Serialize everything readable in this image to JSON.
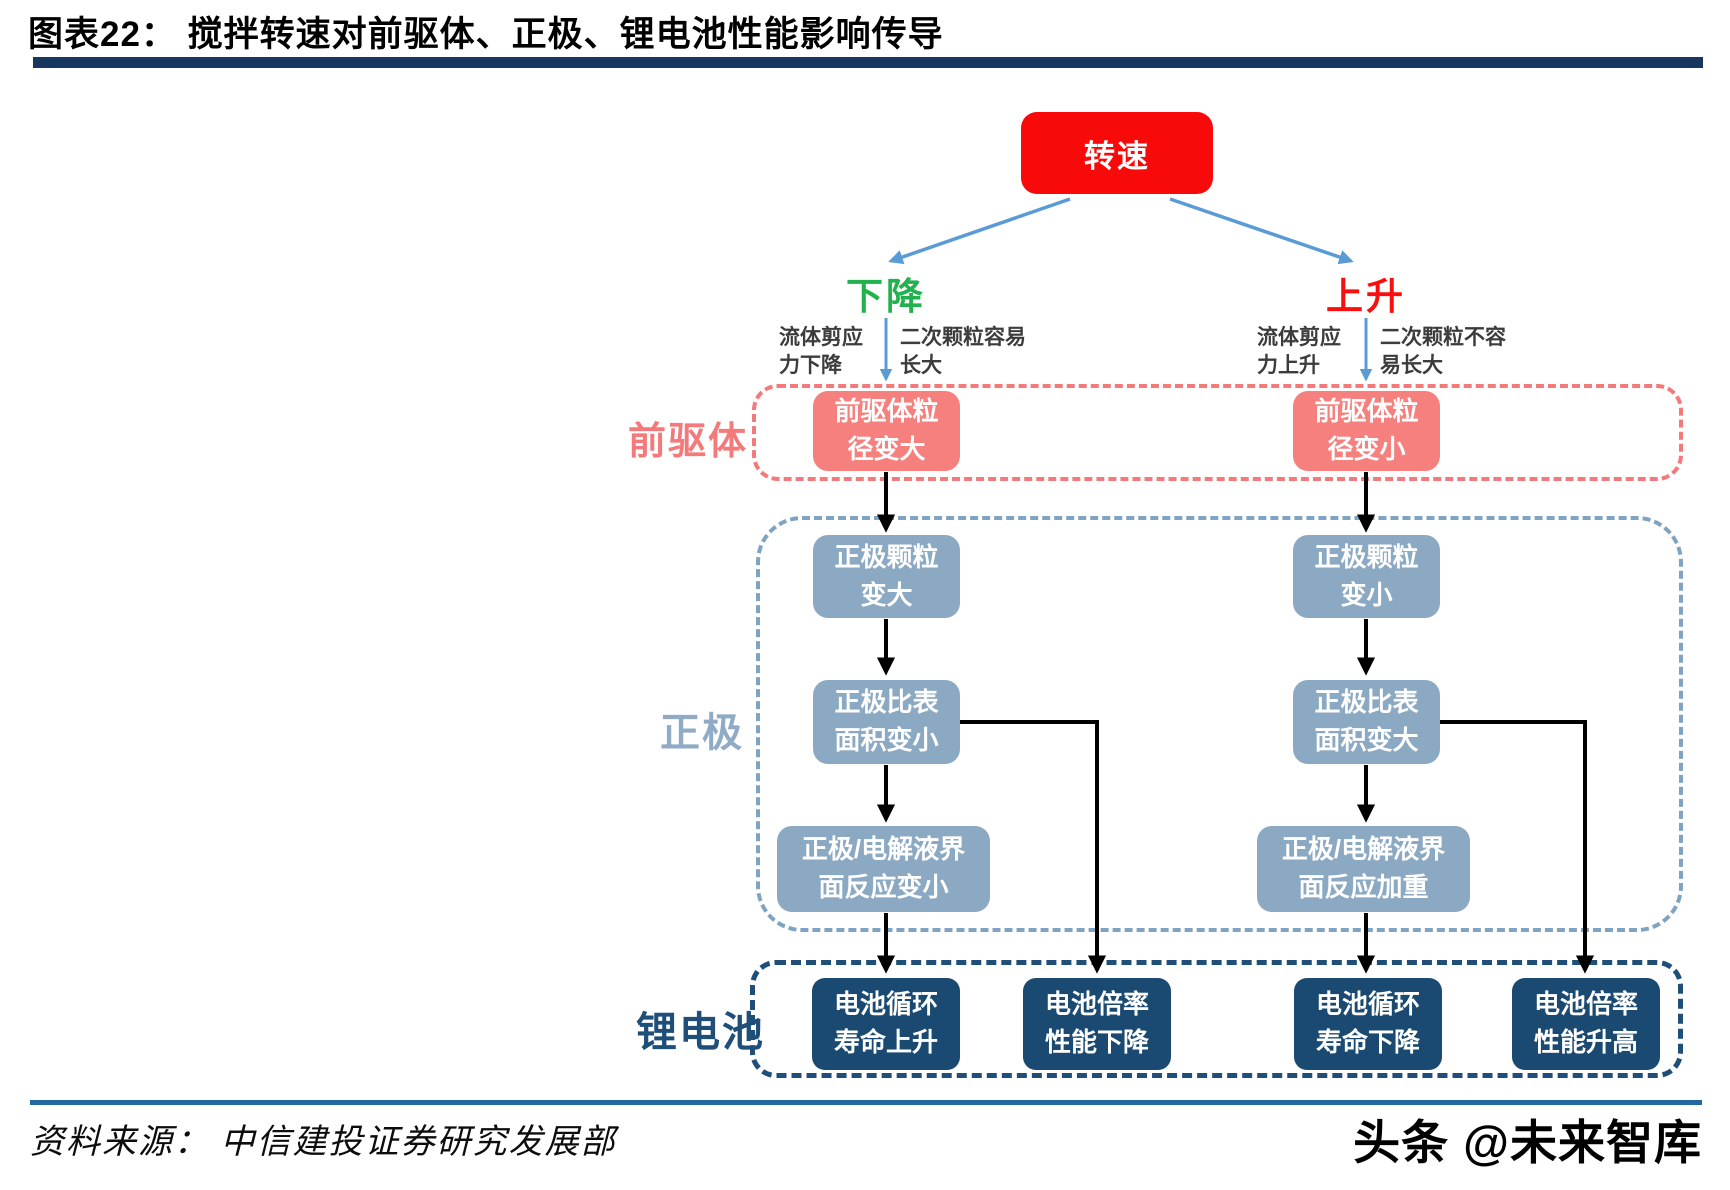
{
  "header": {
    "title": "图表22：  搅拌转速对前驱体、正极、锂电池性能影响传导"
  },
  "diagram": {
    "root": "转速",
    "groups": {
      "precursor": "前驱体",
      "cathode": "正极",
      "battery": "锂电池"
    },
    "left": {
      "direction": "下降",
      "note_left": "流体剪应\n力下降",
      "note_right": "二次颗粒容易\n长大",
      "precursor": "前驱体粒\n径变大",
      "cathode": [
        "正极颗粒\n变大",
        "正极比表\n面积变小",
        "正极/电解液界\n面反应变小"
      ],
      "battery": [
        "电池循环\n寿命上升",
        "电池倍率\n性能下降"
      ]
    },
    "right": {
      "direction": "上升",
      "note_left": "流体剪应\n力上升",
      "note_right": "二次颗粒不容\n易长大",
      "precursor": "前驱体粒\n径变小",
      "cathode": [
        "正极颗粒\n变小",
        "正极比表\n面积变大",
        "正极/电解液界\n面反应加重"
      ],
      "battery": [
        "电池循环\n寿命下降",
        "电池倍率\n性能升高"
      ]
    }
  },
  "footer": {
    "source": "资料来源： 中信建投证券研究发展部",
    "watermark": "头条 @未来智库"
  },
  "colors": {
    "root_box": "#F80A0A",
    "down_text": "#21B24D",
    "up_text": "#F90F0F",
    "arrow_blue": "#5B9BD5",
    "arrow_black": "#000000",
    "precursor_box": "#F5807E",
    "precursor_outline": "#F4797A",
    "cathode_box": "#8CA9C4",
    "cathode_outline": "#7FA3C2",
    "cathode_label": "#8FABC6",
    "battery_box": "#1A4971",
    "battery_outline": "#1F4E79",
    "title_rule": "#17375E",
    "footer_rule": "#2468A2"
  }
}
